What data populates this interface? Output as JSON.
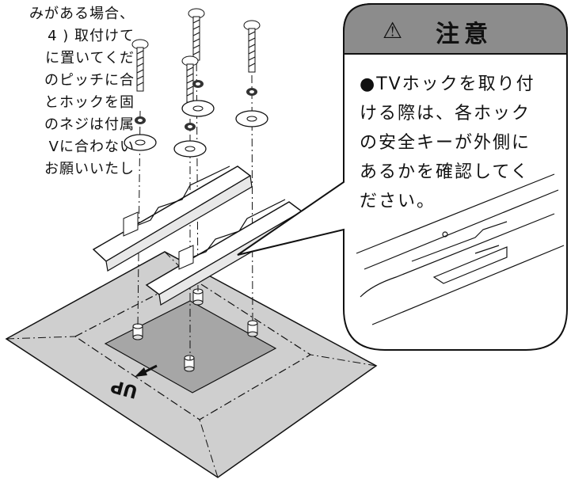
{
  "left_text": [
    "みがある場合、",
    "4 ) 取付けて",
    "に置いてくだ",
    "のピッチに合",
    "とホックを固",
    "のネジは付属",
    "Vに合わない",
    "お願いいたし"
  ],
  "caution": {
    "title": "注意",
    "warning_icon": "⚠",
    "lines": [
      "●TVホックを取り付",
      "ける際は、各ホック",
      "の安全キーが外側に",
      "あるかを確認してく",
      "ださい。"
    ]
  },
  "base_label": "UP",
  "colors": {
    "base_gray": "#cfcfcf",
    "center_gray": "#a6a6a6",
    "header_gray": "#8c8c8c",
    "line": "#111111"
  }
}
